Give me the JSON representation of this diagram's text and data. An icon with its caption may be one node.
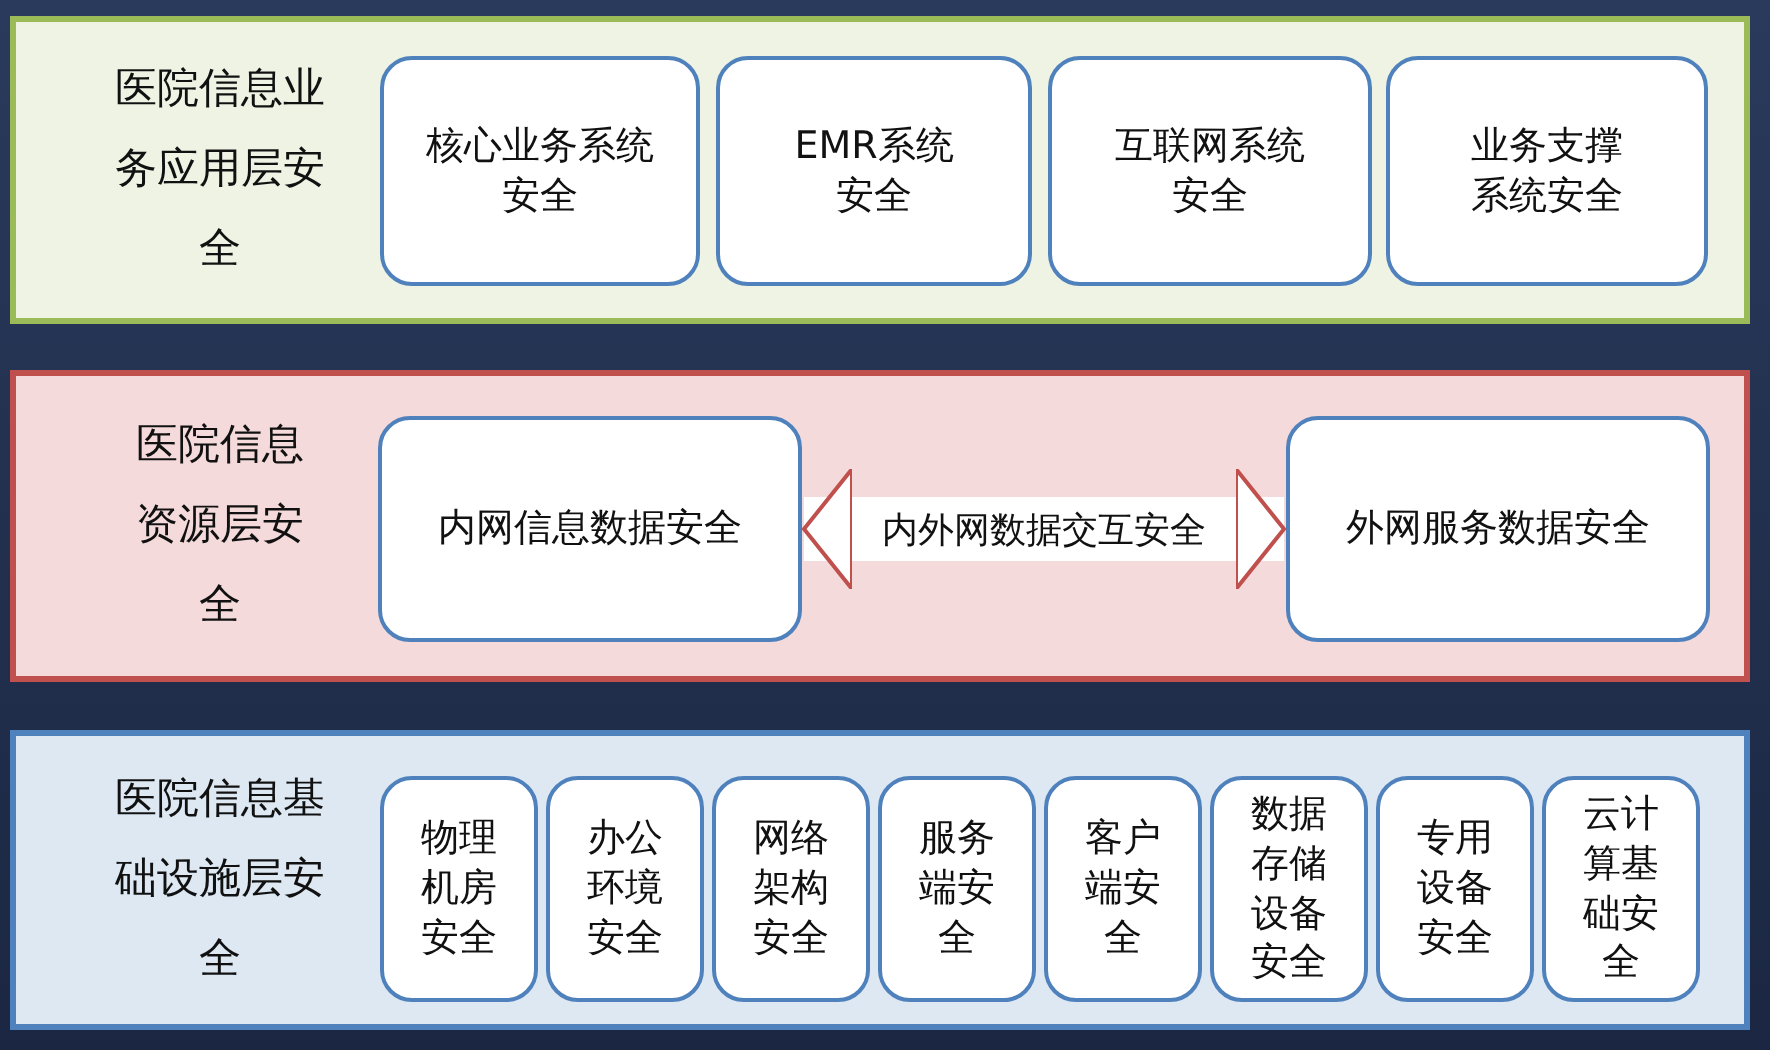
{
  "diagram": {
    "nodes": [
      {
        "text": [
          "医院信息业务应用层安全"
        ]
      },
      {
        "text": [
          "核心业务系统安全"
        ],
        "in": 0
      },
      {
        "text": [
          "EMR系统安全"
        ],
        "in": 0
      },
      {
        "text": [
          "互联网系统安全"
        ],
        "in": 0
      },
      {
        "text": [
          "业务支撑系统安全"
        ],
        "in": 0
      },
      {
        "text": [
          "医院信息资源层安全"
        ]
      },
      {
        "text": [
          "内网信息数据安全"
        ],
        "in": 5
      },
      {
        "text": [
          "外网服务数据安全"
        ],
        "in": 5
      },
      {
        "text": [
          "医院信息基础设施层安全"
        ]
      },
      {
        "text": [
          "物理机房安全"
        ],
        "in": 8
      },
      {
        "text": [
          "办公环境安全"
        ],
        "in": 8
      },
      {
        "text": [
          "网络架构安全"
        ],
        "in": 8
      },
      {
        "text": [
          "服务端安全"
        ],
        "in": 8
      },
      {
        "text": [
          "客户端安全"
        ],
        "in": 8
      },
      {
        "text": [
          "数据存储设备安全"
        ],
        "in": 8
      },
      {
        "text": [
          "专用设备安全"
        ],
        "in": 8
      },
      {
        "text": [
          "云计算基础安全"
        ],
        "in": 8
      }
    ],
    "edges": [
      {
        "from": 6,
        "to": 7,
        "arrow": "both",
        "label": "内外网数据交互安全"
      }
    ]
  }
}
